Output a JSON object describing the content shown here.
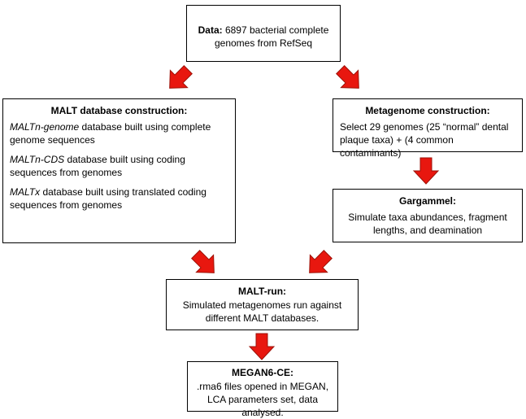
{
  "data_box": {
    "label": "Data:",
    "text": " 6897 bacterial complete genomes from RefSeq"
  },
  "malt_db": {
    "title": "MALT database construction:",
    "items": [
      {
        "name": "MALTn-genome",
        "text": " database built using complete genome sequences"
      },
      {
        "name": "MALTn-CDS",
        "text": " database built using coding sequences from genomes"
      },
      {
        "name": "MALTx",
        "text": " database built using translated coding sequences from genomes"
      }
    ]
  },
  "metagenome": {
    "title": "Metagenome construction:",
    "text": "Select 29 genomes (25 “normal” dental plaque taxa) + (4 common contaminants)"
  },
  "gargammel": {
    "title": "Gargammel:",
    "text": "Simulate taxa abundances, fragment lengths, and deamination"
  },
  "malt_run": {
    "title": "MALT-run:",
    "text": "Simulated metagenomes run against different MALT databases."
  },
  "megan": {
    "title": "MEGAN6-CE:",
    "text": ".rma6 files opened in MEGAN, LCA parameters set, data analysed."
  },
  "colors": {
    "arrow_fill": "#e8170f",
    "arrow_stroke": "#9c1208",
    "border": "#000000"
  }
}
